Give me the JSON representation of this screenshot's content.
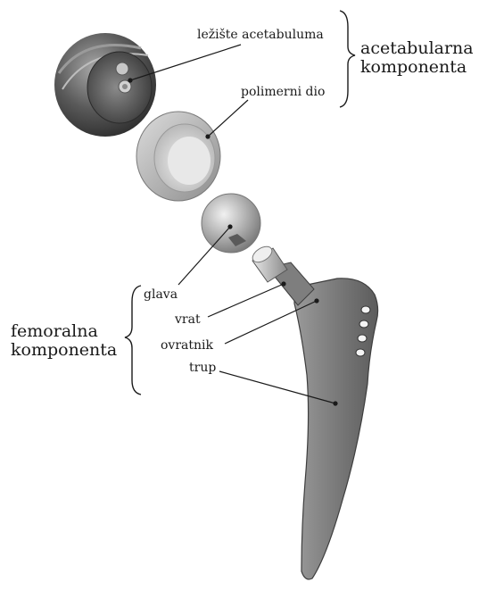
{
  "groups": {
    "acetabular": {
      "line1": "acetabularna",
      "line2": "komponenta"
    },
    "femoral": {
      "line1": "femoralna",
      "line2": "komponenta"
    }
  },
  "labels": {
    "lezhiste": "ležište acetabuluma",
    "polimerni": "polimerni dio",
    "glava": "glava",
    "vrat": "vrat",
    "ovratnik": "ovratnik",
    "trup": "trup"
  },
  "colors": {
    "metal_dark": "#3c3c3c",
    "metal_mid": "#8f8f8f",
    "polymer": "#bdbdbd",
    "stem": "#777777",
    "line": "#222222"
  }
}
